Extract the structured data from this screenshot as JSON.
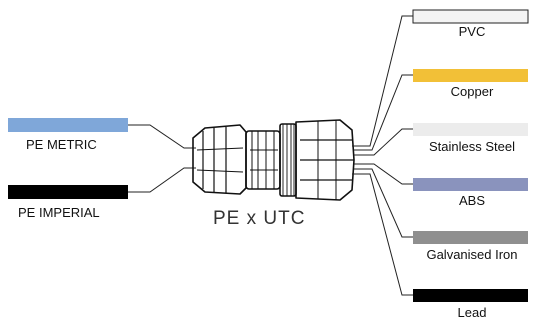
{
  "diagram": {
    "center_label": "PE  x  UTC",
    "inputs": [
      {
        "label": "PE  METRIC",
        "color": "#7fa7d9"
      },
      {
        "label": "PE  IMPERIAL",
        "color": "#000000"
      }
    ],
    "outputs": [
      {
        "label": "PVC",
        "color": "#f4f4f4"
      },
      {
        "label": "Copper",
        "color": "#f2c037"
      },
      {
        "label": "Stainless Steel",
        "color": "#ececec"
      },
      {
        "label": "ABS",
        "color": "#8a93bd"
      },
      {
        "label": "Galvanised Iron",
        "color": "#8f8f8f"
      },
      {
        "label": "Lead",
        "color": "#000000"
      }
    ]
  }
}
